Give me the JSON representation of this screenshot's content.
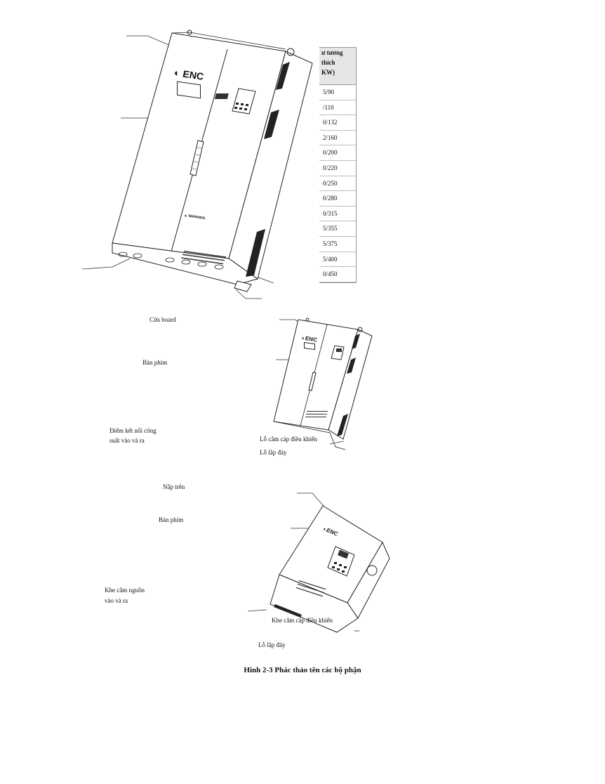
{
  "table": {
    "header_lines": [
      "ư tương",
      "thích",
      "KW)"
    ],
    "rows": [
      "5/90",
      "/110",
      "0/132",
      "2/160",
      "0/200",
      "0/220",
      "0/250",
      "0/280",
      "0/315",
      "5/355",
      "5/375",
      "5/400",
      "0/450"
    ]
  },
  "fig1": {
    "brand": "ENC",
    "warning": "WARNING"
  },
  "fig2": {
    "labels": {
      "door": "Cửa board",
      "keypad": "Bàn phím",
      "power_line1": "Điểm kết nối công",
      "power_line2": "suất vào và ra",
      "control_cable": "Lỗ cắm cáp điều khiển",
      "mount": "Lỗ lắp đáy"
    },
    "brand": "ENC"
  },
  "fig3": {
    "labels": {
      "top_cover": "Nắp trên",
      "keypad": "Bàn phím",
      "slot_line1": "Khe cắm nguồn",
      "slot_line2": "vào và ra",
      "control_cable": "Khe cắm cáp điều khiển",
      "mount": "Lỗ lắp đáy"
    },
    "brand": "ENC"
  },
  "caption": "Hình 2-3  Phác thảo tên các bộ phận"
}
